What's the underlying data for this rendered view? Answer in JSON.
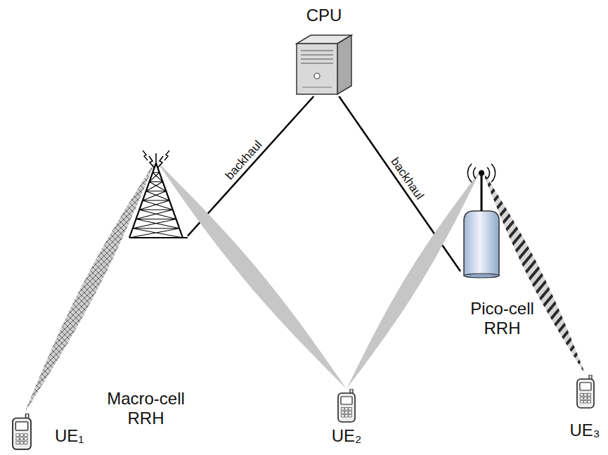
{
  "diagram": {
    "nodes": [
      {
        "text": [
          "CPU"
        ]
      },
      {
        "text": [
          "Macro-cell RRH"
        ]
      },
      {
        "text": [
          "Pico-cell RRH"
        ]
      },
      {
        "text": [
          "UE₁"
        ]
      },
      {
        "text": [
          "UE₂"
        ]
      },
      {
        "text": [
          "UE₃"
        ]
      }
    ],
    "edges": [
      {
        "from": 0,
        "to": 1,
        "arrow": "none",
        "label": "backhaul"
      },
      {
        "from": 0,
        "to": 2,
        "arrow": "none",
        "label": "backhaul"
      },
      {
        "from": 1,
        "to": 3,
        "arrow": "none"
      },
      {
        "from": 1,
        "to": 4,
        "arrow": "none"
      },
      {
        "from": 2,
        "to": 4,
        "arrow": "none"
      },
      {
        "from": 2,
        "to": 5,
        "arrow": "none"
      }
    ]
  }
}
